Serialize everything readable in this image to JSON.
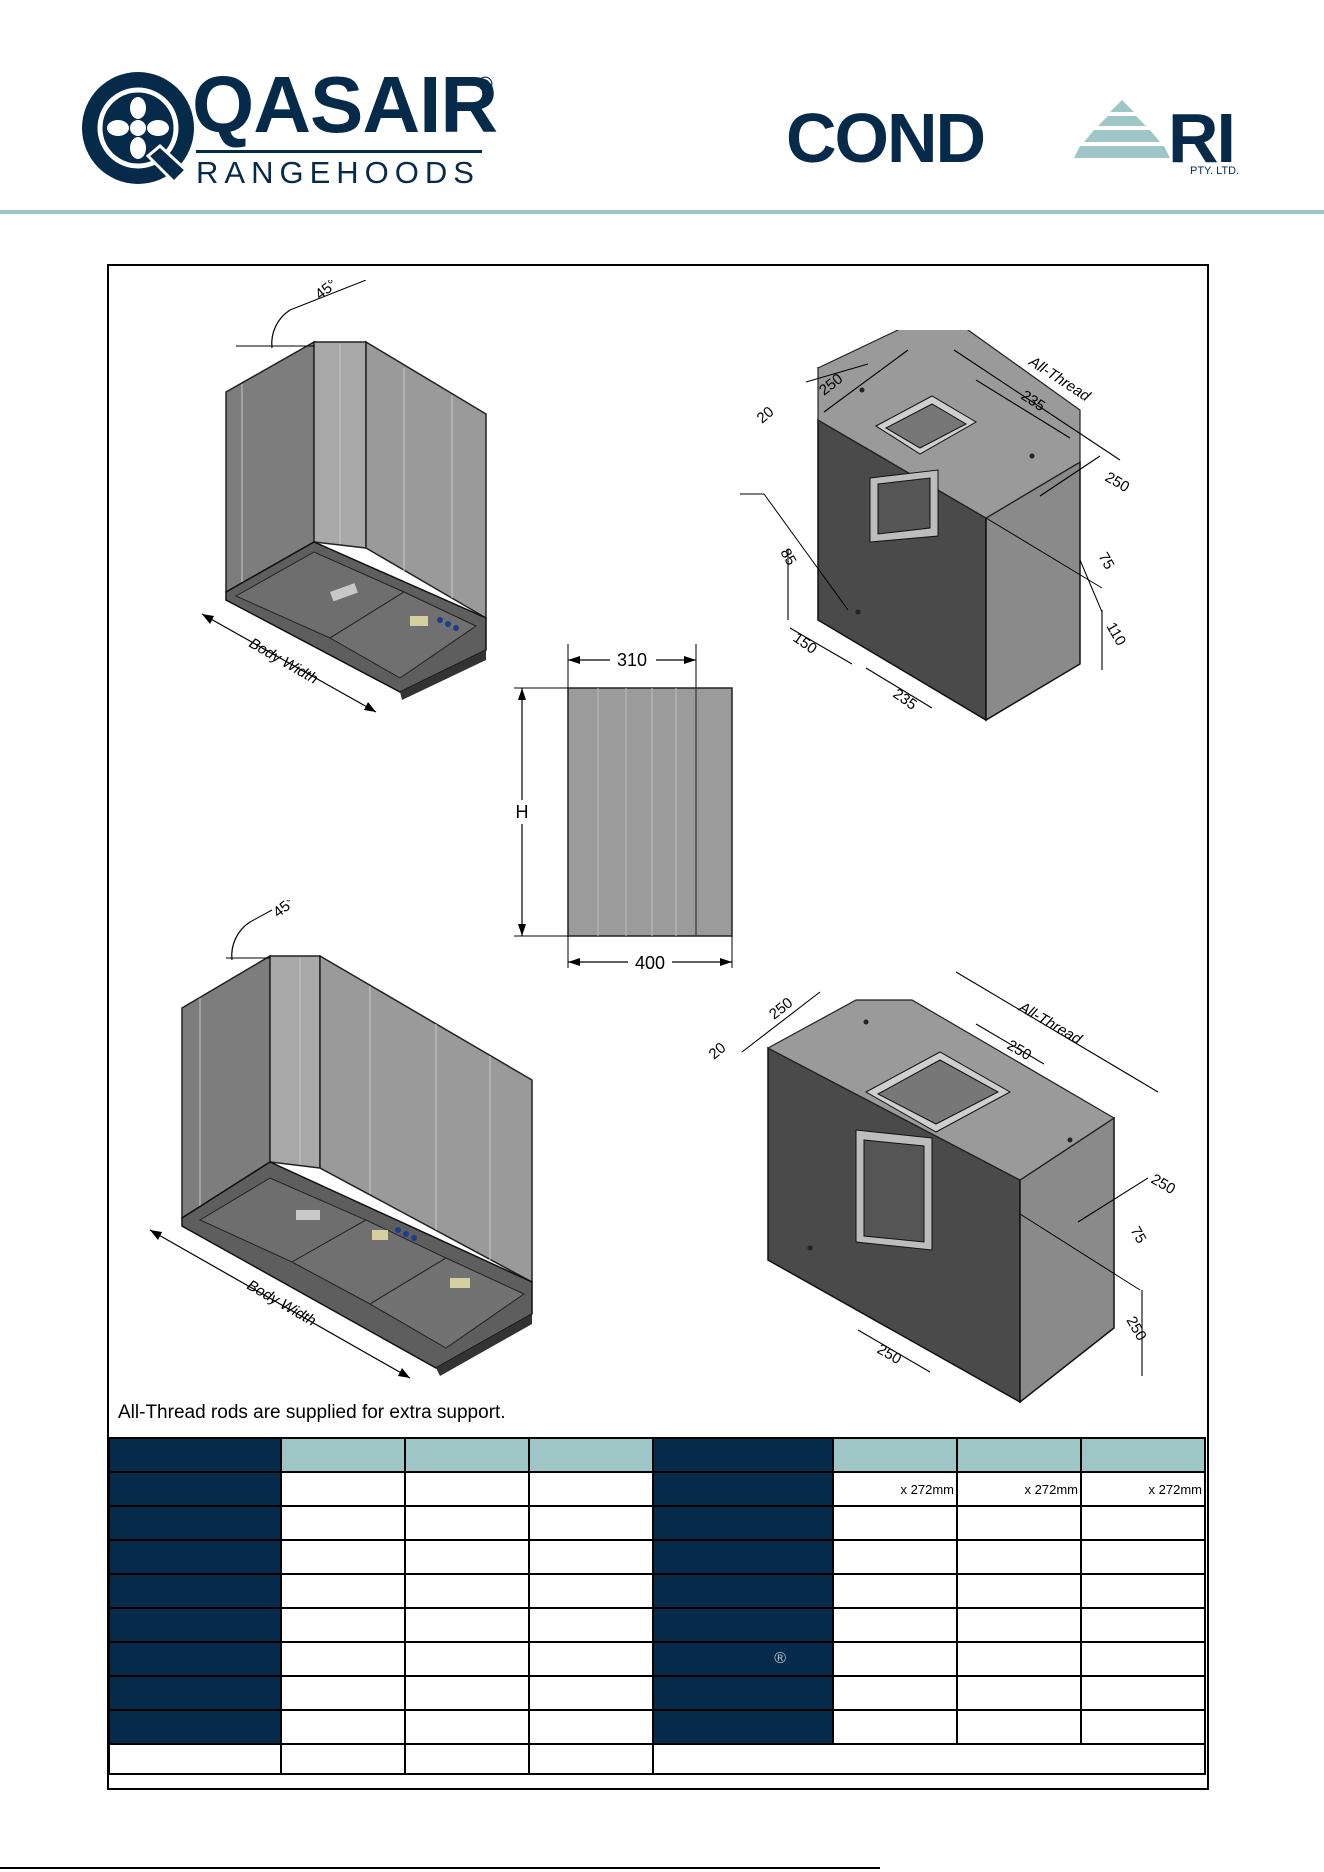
{
  "header": {
    "qasair": {
      "name": "QASAIR",
      "registered": "®",
      "subtitle": "RANGEHOODS"
    },
    "condari": {
      "name_left": "COND",
      "name_right": "RI",
      "suffix": "PTY. LTD."
    },
    "colors": {
      "navy": "#062a4a",
      "teal": "#9ec6c6"
    }
  },
  "drawings": {
    "top_left": {
      "angle": "45°",
      "width_label": "Body Width"
    },
    "bottom_left": {
      "angle": "45°",
      "width_label": "Body Width"
    },
    "center": {
      "width_top": "310",
      "height": "H",
      "width_bottom": "400"
    },
    "top_right": {
      "d20": "20",
      "d250a": "250",
      "all_thread": "All-Thread",
      "d235a": "235",
      "d250b": "250",
      "d75": "75",
      "d110": "110",
      "d85": "85",
      "d150": "150",
      "d235b": "235"
    },
    "bottom_right": {
      "d20": "20",
      "d250a": "250",
      "all_thread": "All-Thread",
      "d250b": "250",
      "d250c": "250",
      "d75": "75",
      "d250d": "250",
      "d250e": "250"
    }
  },
  "footnote": "All-Thread rods are supplied for extra support.",
  "table": {
    "row1_values": [
      "x 272mm",
      "x 272mm",
      "x 272mm"
    ],
    "reg_mark": "®"
  }
}
